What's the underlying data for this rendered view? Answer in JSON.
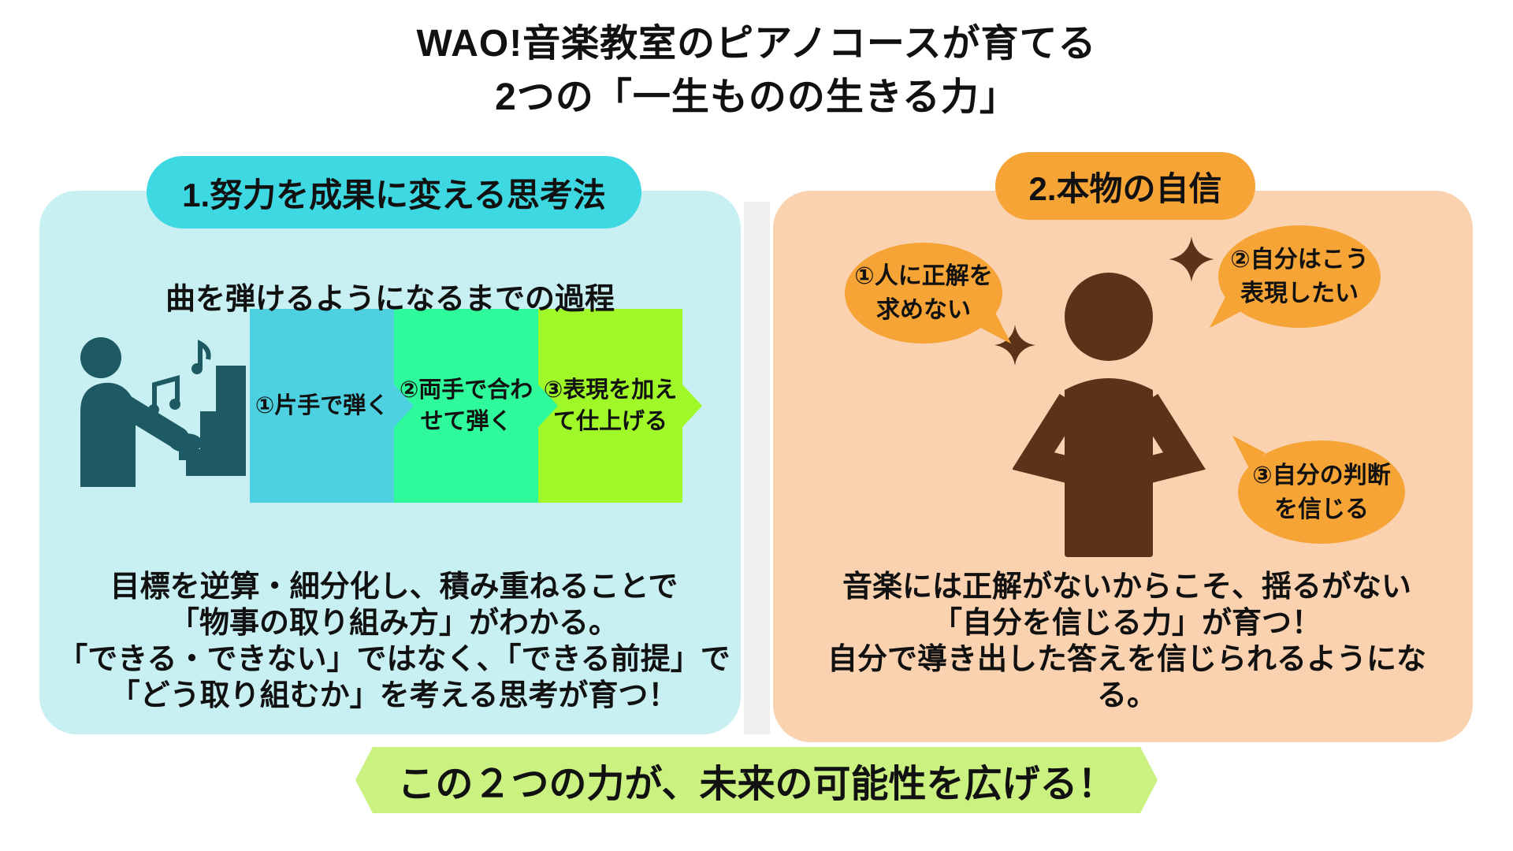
{
  "page": {
    "title_line1": "WAO!音楽教室のピアノコースが育てる",
    "title_line2": "2つの「一生ものの生きる力」"
  },
  "left_panel": {
    "badge_label": "1.努力を成果に変える思考法",
    "process_heading": "曲を弾けるようになるまでの過程",
    "steps": [
      {
        "lines": [
          "①片手で弾く",
          ""
        ],
        "color": "#4DD1E0"
      },
      {
        "lines": [
          "②両手で合わ",
          "せて弾く"
        ],
        "color": "#2EFA9B"
      },
      {
        "lines": [
          "③表現を加え",
          "て仕上げる"
        ],
        "color": "#A0F828"
      }
    ],
    "description_lines": [
      "目標を逆算・細分化し、積み重ねることで",
      "「物事の取り組み方」がわかる。",
      "「できる・できない」ではなく、「できる前提」で",
      "「どう取り組むか」を考える思考が育つ！"
    ]
  },
  "right_panel": {
    "badge_label": "2.本物の自信",
    "bubbles": [
      {
        "lines": [
          "①人に正解を",
          "求めない"
        ]
      },
      {
        "lines": [
          "②自分はこう",
          "表現したい"
        ]
      },
      {
        "lines": [
          "③自分の判断",
          "を信じる"
        ]
      }
    ],
    "description_lines": [
      "音楽には正解がないからこそ、揺るがない",
      "「自分を信じる力」が育つ！",
      "自分で導き出した答えを信じられるようにな",
      "る。"
    ]
  },
  "footer": {
    "ribbon_label": "この２つの力が、未来の可能性を広げる！"
  },
  "colors": {
    "left_badge": "#3ED8E2",
    "left_panel_bg": "#C8F0F3",
    "step1": "#4DD1E0",
    "step2": "#2EFA9B",
    "step3": "#A0F828",
    "piano_icon": "#1D5A63",
    "divider": "#EFEFEF",
    "right_badge": "#F6A435",
    "bubble": "#F6A435",
    "right_panel_bg": "#FAD2B0",
    "person_icon": "#5B3318",
    "ribbon_bg": "#CBF181",
    "text": "#111111"
  }
}
